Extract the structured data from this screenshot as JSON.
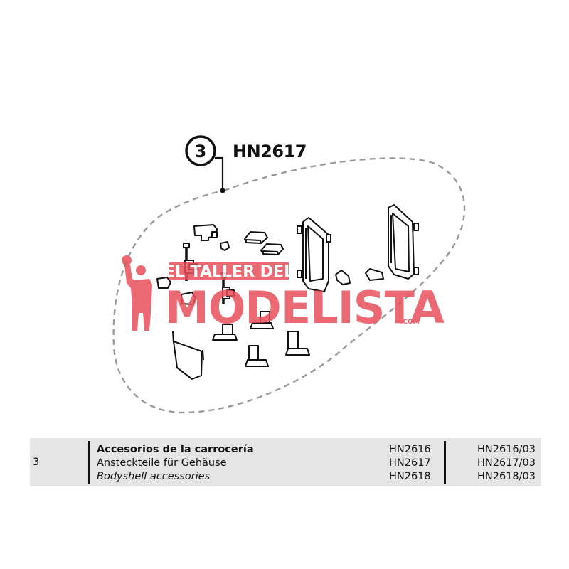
{
  "callout": {
    "number": "3",
    "part_code": "HN2617"
  },
  "watermark": {
    "top": "EL TALLER DEL",
    "main": "MODELISTA",
    "suffix": ".COM",
    "color": "#e8505b"
  },
  "table": {
    "background": "#e5e5e5",
    "row": {
      "ref": "3",
      "descriptions": [
        "Accesorios de la carrocería",
        "Ansteckteile für Gehäuse",
        "Bodyshell accessories"
      ],
      "codes": [
        "HN2616",
        "HN2617",
        "HN2618"
      ],
      "codes_spare": [
        "HN2616/03",
        "HN2617/03",
        "HN2618/03"
      ]
    }
  }
}
